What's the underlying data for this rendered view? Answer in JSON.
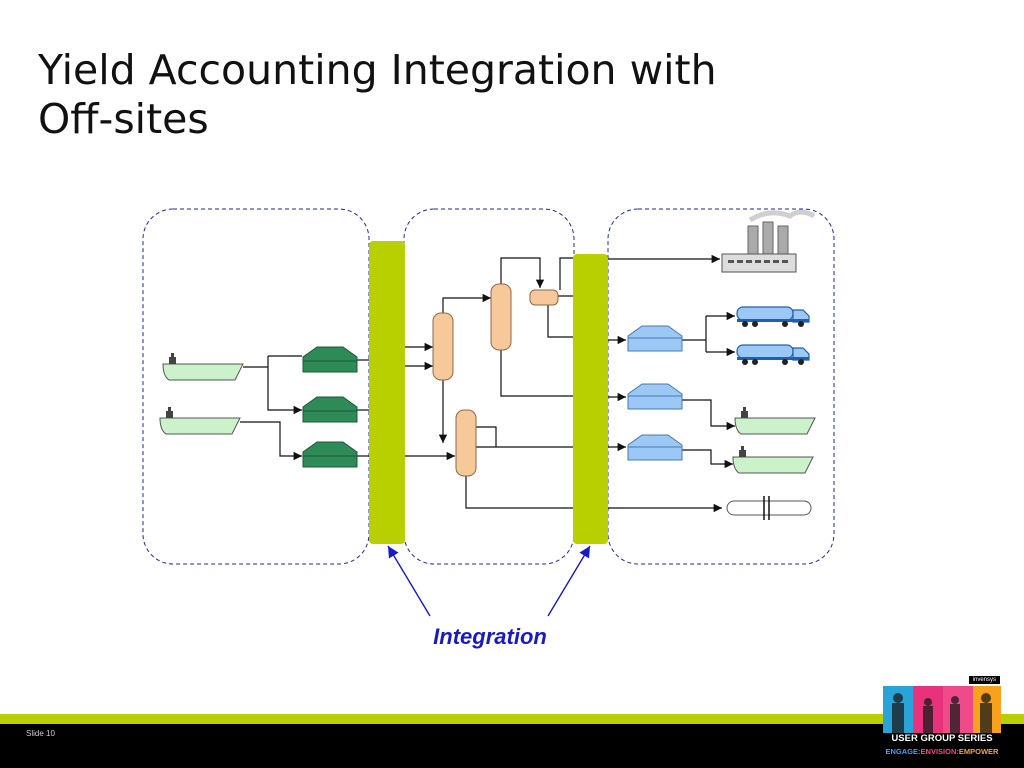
{
  "slide": {
    "title": "Yield Accounting Integration with\nOff-sites",
    "integration_label": "Integration",
    "slide_number": "Slide 10"
  },
  "logo": {
    "brand": "invensys",
    "series": "USER GROUP SERIES",
    "tagline": [
      "ENGAGE:",
      "ENVISION:",
      "EMPOWER"
    ]
  },
  "diagram": {
    "zones": [
      "receipts-zone",
      "process-units-zone",
      "dispatch-zone"
    ],
    "integration_bars": 2,
    "inbound_ships": 2,
    "crude_tanks": 3,
    "columns": 4,
    "product_tanks": 3,
    "outbound": [
      "plant",
      "truck",
      "truck",
      "ship",
      "ship",
      "pipeline"
    ]
  },
  "colors": {
    "integration_bar": "#b8d000",
    "footer_stripe": "#b8d000",
    "footer_bar": "#000000",
    "crude_tank": "#2e8b57",
    "product_tank": "#9cc8f5",
    "column": "#f7c89a",
    "ship": "#ccf2cc",
    "zone_border": "#1a2a9c",
    "integration_text": "#1919c8"
  }
}
